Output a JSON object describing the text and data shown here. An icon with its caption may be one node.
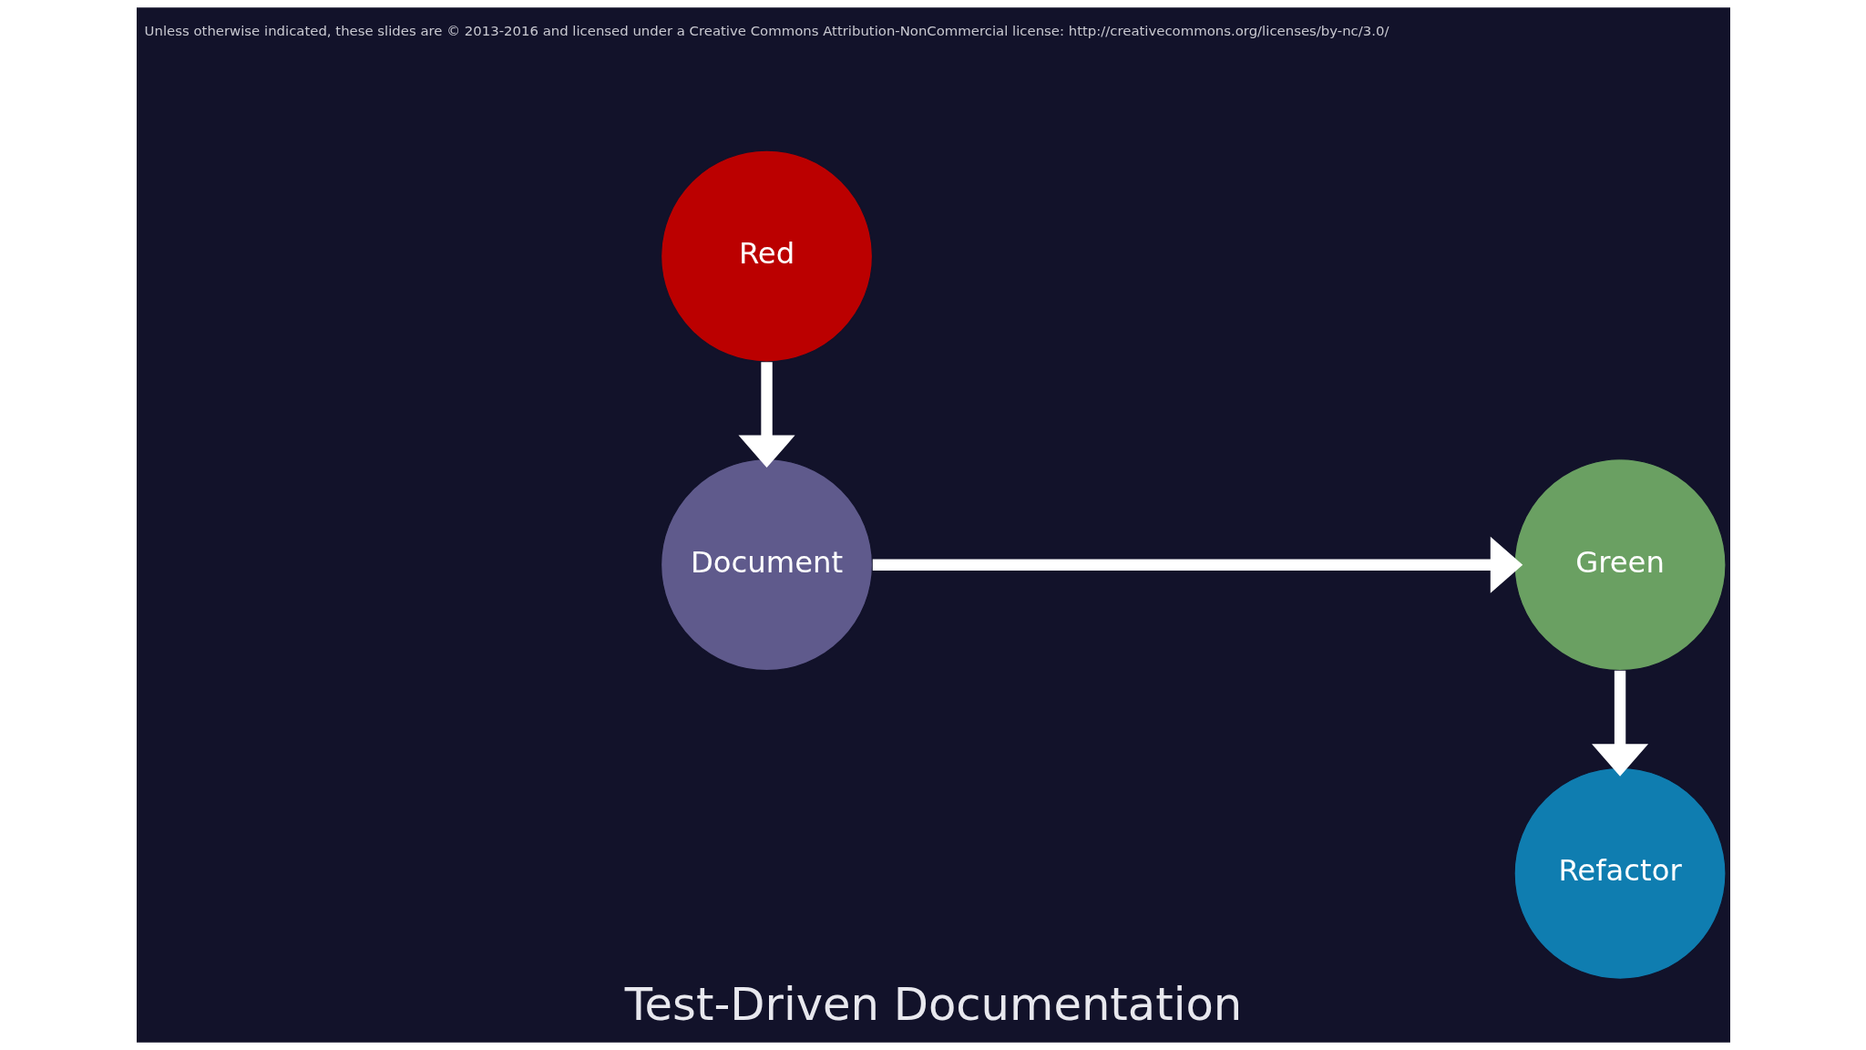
{
  "diagram": {
    "caption": "Test-Driven Documentation",
    "nodes": [
      {
        "text": [
          "Document"
        ]
      },
      {
        "text": [
          "Green"
        ]
      },
      {
        "text": [
          "Red"
        ]
      },
      {
        "text": [
          "Refactor"
        ]
      }
    ],
    "edges": [
      {
        "from": 0,
        "to": 1,
        "arrow": "to"
      },
      {
        "from": 1,
        "to": 3,
        "arrow": "to"
      },
      {
        "from": 2,
        "to": 0,
        "arrow": "to"
      }
    ],
    "labels": [
      "Unless otherwise indicated, these slides are © 2013-2016 and licensed under a Creative Commons Attribution-NonCommercial license: http://creativecommons.org/licenses/by-nc/3.0/"
    ]
  }
}
